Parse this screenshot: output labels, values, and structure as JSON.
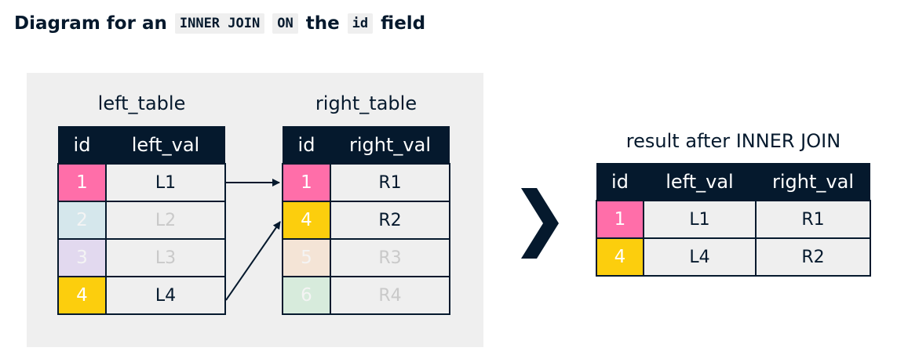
{
  "heading": {
    "prefix": "Diagram for an",
    "code1": "INNER JOIN",
    "code2": "ON",
    "mid": "the",
    "code3": "id",
    "suffix": "field"
  },
  "left_table": {
    "caption": "left_table",
    "headers": [
      "id",
      "left_val"
    ],
    "rows": [
      {
        "id": "1",
        "val": "L1"
      },
      {
        "id": "2",
        "val": "L2"
      },
      {
        "id": "3",
        "val": "L3"
      },
      {
        "id": "4",
        "val": "L4"
      }
    ]
  },
  "right_table": {
    "caption": "right_table",
    "headers": [
      "id",
      "right_val"
    ],
    "rows": [
      {
        "id": "1",
        "val": "R1"
      },
      {
        "id": "4",
        "val": "R2"
      },
      {
        "id": "5",
        "val": "R3"
      },
      {
        "id": "6",
        "val": "R4"
      }
    ]
  },
  "result_table": {
    "caption": "result after INNER JOIN",
    "headers": [
      "id",
      "left_val",
      "right_val"
    ],
    "rows": [
      {
        "id": "1",
        "left_val": "L1",
        "right_val": "R1"
      },
      {
        "id": "4",
        "left_val": "L4",
        "right_val": "R2"
      }
    ]
  },
  "colors": {
    "navy": "#05192d",
    "pink": "#ff6ea9",
    "yellow": "#fcce0d",
    "panel": "#efefef"
  }
}
